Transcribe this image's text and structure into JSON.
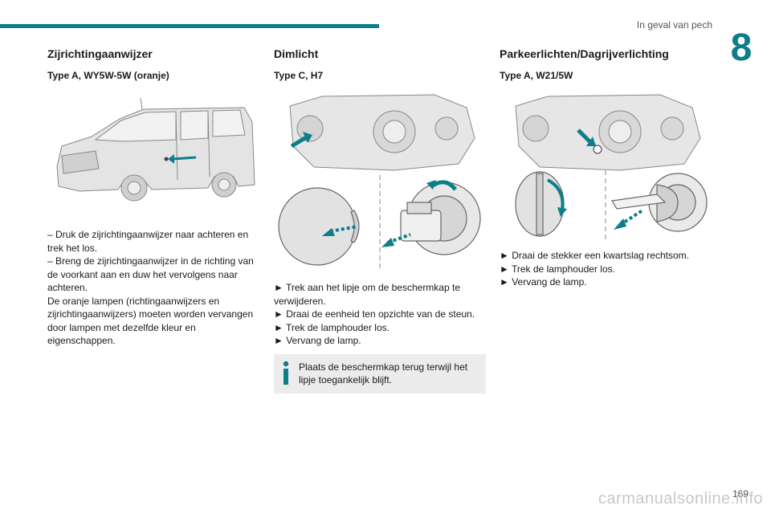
{
  "header": {
    "section": "In geval van pech",
    "chapter": "8"
  },
  "columns": [
    {
      "title": "Zijrichtingaanwijzer",
      "subtitle": "Type A, WY5W-5W (oranje)",
      "paragraphs": [
        "– Druk de zijrichtingaanwijzer naar achteren en trek het los.",
        "– Breng de zijrichtingaanwijzer in de richting van de voorkant aan en duw het vervolgens naar achteren.",
        "De oranje lampen (richtingaanwijzers en zijrichtingaanwijzers) moeten worden vervangen door lampen met dezelfde kleur en eigenschappen."
      ]
    },
    {
      "title": "Dimlicht",
      "subtitle": "Type C, H7",
      "steps": [
        "► Trek aan het lipje om de beschermkap te verwijderen.",
        "► Draai de eenheid ten opzichte van de steun.",
        "► Trek de lamphouder los.",
        "► Vervang de lamp."
      ],
      "info": "Plaats de beschermkap terug terwijl het lipje toegankelijk blijft."
    },
    {
      "title": "Parkeerlichten/Dagrijverlichting",
      "subtitle": "Type A, W21/5W",
      "steps": [
        "► Draai de stekker een kwartslag rechtsom.",
        "► Trek de lamphouder los.",
        "► Vervang de lamp."
      ]
    }
  ],
  "footer": {
    "page": "169",
    "watermark": "carmanualsonline.info"
  },
  "colors": {
    "accent": "#0c7e8a",
    "info_bg": "#ececec"
  }
}
